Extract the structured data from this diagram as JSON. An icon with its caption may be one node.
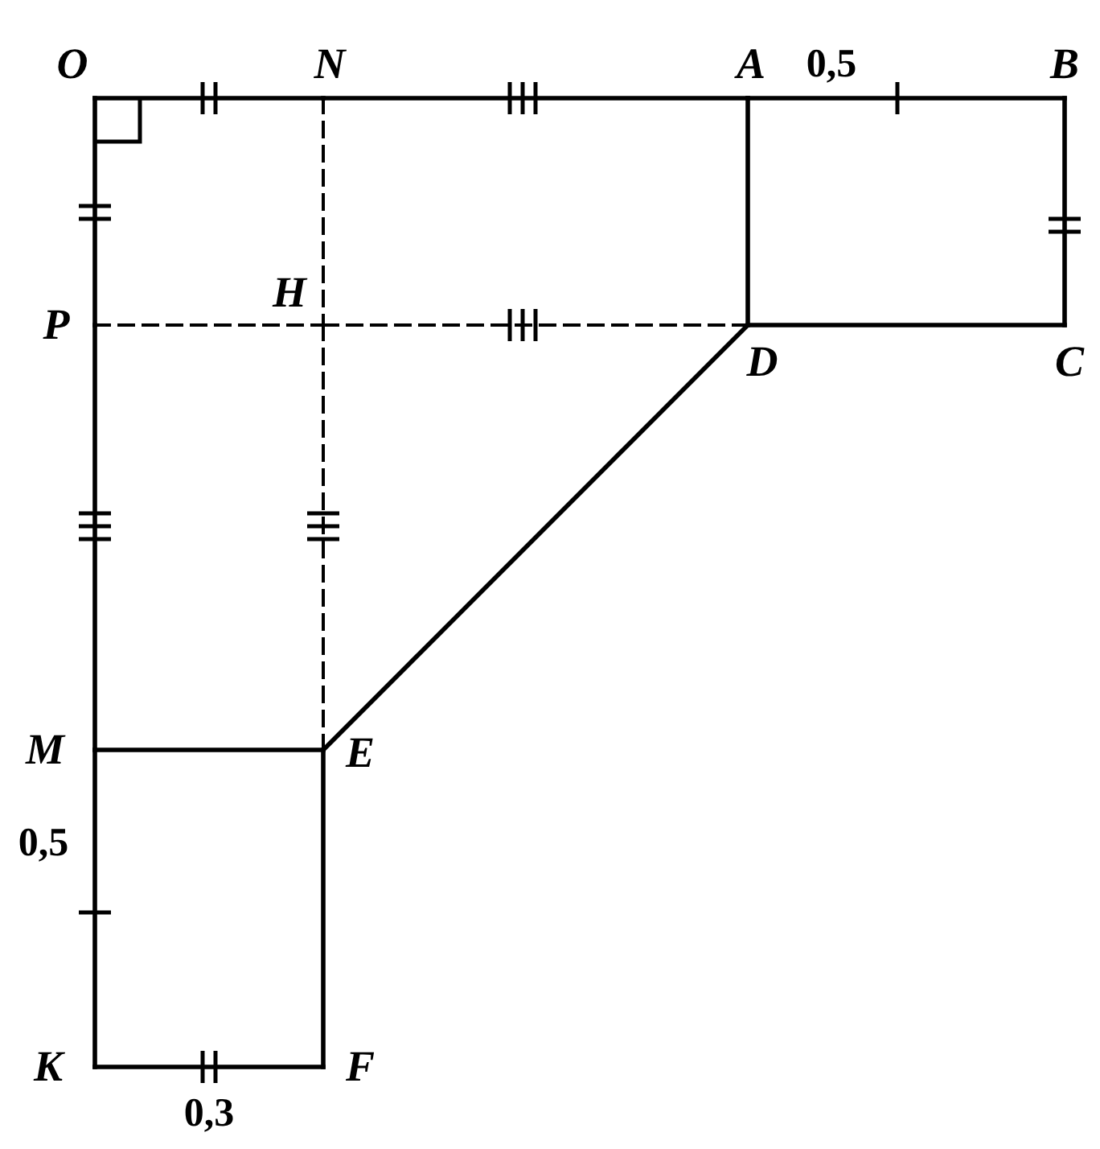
{
  "diagram": {
    "nodes": [
      {
        "text": [
          "O"
        ]
      },
      {
        "text": [
          "N"
        ]
      },
      {
        "text": [
          "A"
        ]
      },
      {
        "text": [
          "B"
        ]
      },
      {
        "text": [
          "P"
        ]
      },
      {
        "text": [
          "H"
        ]
      },
      {
        "text": [
          "D"
        ]
      },
      {
        "text": [
          "C"
        ]
      },
      {
        "text": [
          "M"
        ]
      },
      {
        "text": [
          "E"
        ]
      },
      {
        "text": [
          "K"
        ]
      },
      {
        "text": [
          "F"
        ]
      }
    ],
    "edges": [
      {
        "from": 0,
        "to": 1,
        "arrow": "none"
      },
      {
        "from": 1,
        "to": 2,
        "arrow": "none"
      },
      {
        "from": 2,
        "to": 3,
        "arrow": "none"
      },
      {
        "from": 3,
        "to": 7,
        "arrow": "none"
      },
      {
        "from": 7,
        "to": 6,
        "arrow": "none"
      },
      {
        "from": 2,
        "to": 6,
        "arrow": "none"
      },
      {
        "from": 6,
        "to": 9,
        "arrow": "none"
      },
      {
        "from": 0,
        "to": 4,
        "arrow": "none"
      },
      {
        "from": 4,
        "to": 8,
        "arrow": "none"
      },
      {
        "from": 8,
        "to": 9,
        "arrow": "none"
      },
      {
        "from": 8,
        "to": 10,
        "arrow": "none"
      },
      {
        "from": 10,
        "to": 11,
        "arrow": "none"
      },
      {
        "from": 11,
        "to": 9,
        "arrow": "none"
      },
      {
        "from": 4,
        "to": 5,
        "arrow": "none",
        "style": "dashed"
      },
      {
        "from": 5,
        "to": 6,
        "arrow": "none",
        "style": "dashed"
      },
      {
        "from": 1,
        "to": 5,
        "arrow": "none",
        "style": "dashed"
      },
      {
        "from": 5,
        "to": 9,
        "arrow": "none",
        "style": "dashed"
      }
    ],
    "labels": [
      "0,5",
      "0,5",
      "0,3"
    ]
  }
}
